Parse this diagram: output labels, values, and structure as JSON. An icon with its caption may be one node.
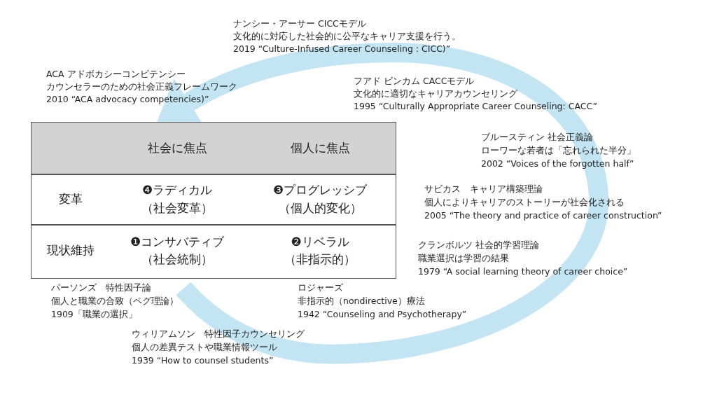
{
  "diagram": {
    "labels": [
      "ナンシー・アーサー CICCモデル",
      "文化的に対応した社会的に公平なキャリア支援を行う。",
      "2019 “Culture-Infused Career Counseling : CICC)”",
      "ACA アドボカシーコンピテンシー",
      "カウンセラーのための社会正義フレームワーク",
      "2010 “ACA advocacy competencies)”",
      "フアド ビンカム CACCモデル",
      "文化的に適切なキャリアカウンセリング",
      "1995 “Culturally Appropriate Career Counseling: CACC”",
      "ブルースティン 社会正義論",
      "ローワーな若者は「忘れられた半分」",
      "2002 “Voices of the forgotten half”",
      "社会に焦点",
      "個人に焦点",
      "変革",
      "❹ラディカル",
      "（社会変革）",
      "❸プログレッシブ",
      "（個人的変化）",
      "現状維持",
      "❶コンサバティブ",
      "（社会統制）",
      "❷リベラル",
      "（非指示的）",
      "サビカス　キャリア構築理論",
      "個人によりキャリアのストーリーが社会化される",
      "2005 “The theory and practice of career construction”",
      "クランボルツ 社会的学習理論",
      "職業選択は学習の結果",
      "1979 “A social learning theory of career choice”",
      "パーソンズ　特性因子論",
      "個人と職業の合致（ペグ理論）",
      "1909「職業の選択」",
      "ロジャーズ",
      "非指示的（nondirective）療法",
      "1942 “Counseling and Psychotherapy”",
      "ウィリアムソン　特性因子カウンセリング",
      "個人の差異テストや職業情報ツール",
      "1939 “How to counsel students”"
    ]
  }
}
